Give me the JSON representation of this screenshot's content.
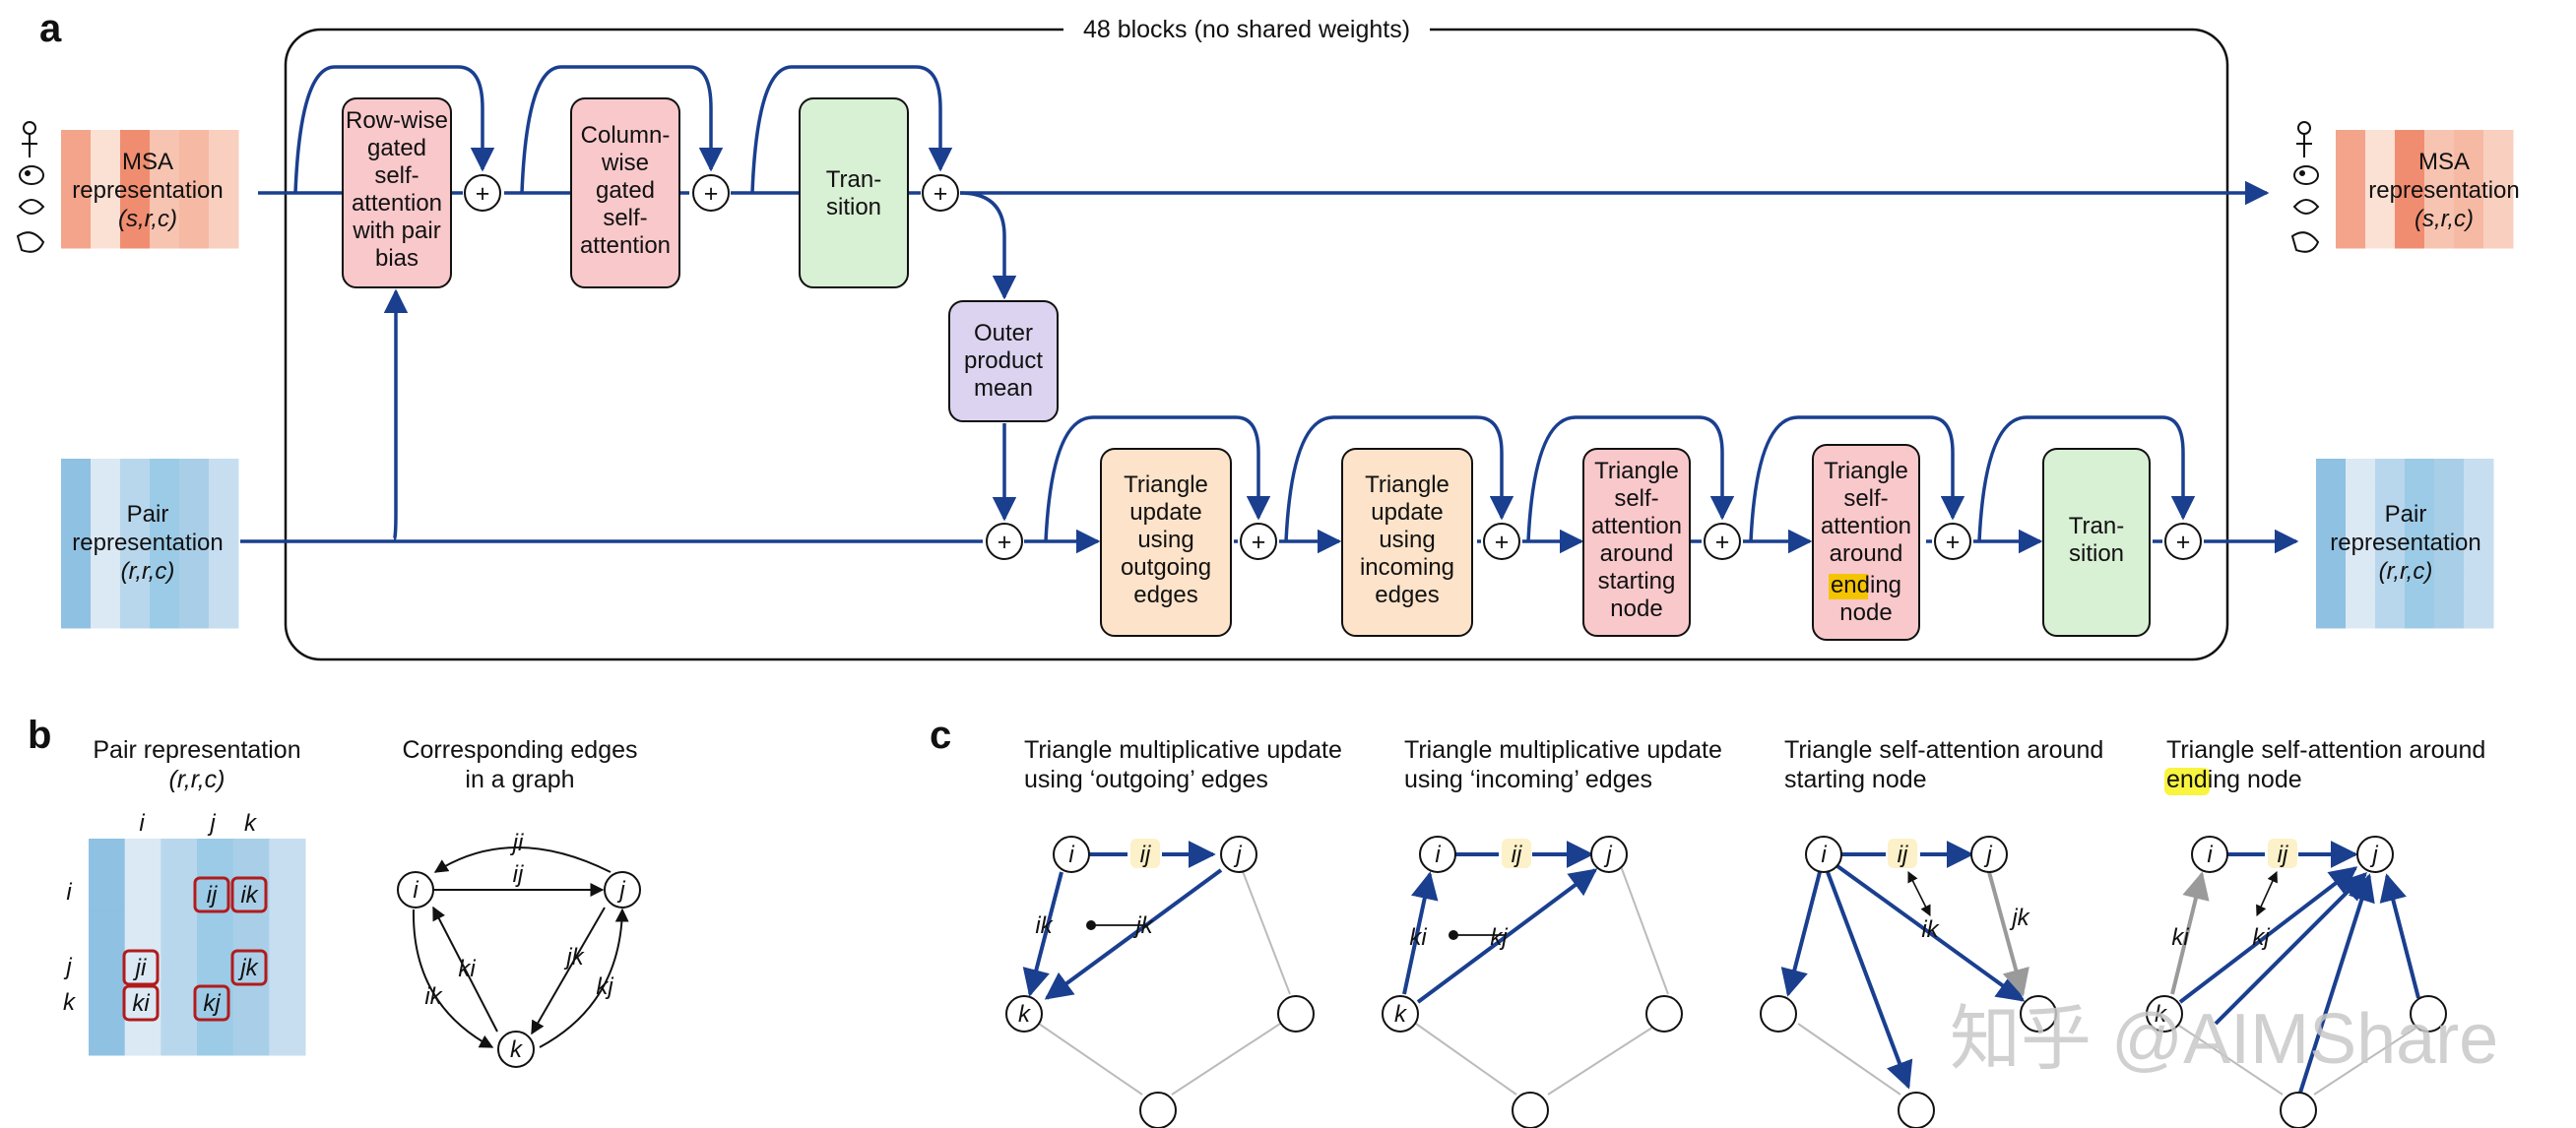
{
  "panels": {
    "a": "a",
    "b": "b",
    "c": "c"
  },
  "a": {
    "blocks_label": "48 blocks (no shared weights)",
    "msa_in": {
      "lines": [
        "MSA",
        "representation"
      ],
      "dims": "(s,r,c)"
    },
    "msa_out": {
      "lines": [
        "MSA",
        "representation"
      ],
      "dims": "(s,r,c)"
    },
    "pair_in": {
      "lines": [
        "Pair",
        "representation"
      ],
      "dims": "(r,r,c)"
    },
    "pair_out": {
      "lines": [
        "Pair",
        "representation"
      ],
      "dims": "(r,r,c)"
    },
    "msa_blocks": [
      {
        "lines": [
          "Row-wise",
          "gated",
          "self-",
          "attention",
          "with pair",
          "bias"
        ],
        "color": "#f9c8cb"
      },
      {
        "lines": [
          "Column-",
          "wise",
          "gated",
          "self-",
          "attention"
        ],
        "color": "#f9c8cb"
      },
      {
        "lines": [
          "Tran-",
          "sition"
        ],
        "color": "#d8f0d4"
      }
    ],
    "outer_product": {
      "lines": [
        "Outer",
        "product",
        "mean"
      ],
      "color": "#dcd3f0"
    },
    "pair_blocks": [
      {
        "lines": [
          "Triangle",
          "update",
          "using",
          "outgoing",
          "edges"
        ],
        "color": "#fde3c9"
      },
      {
        "lines": [
          "Triangle",
          "update",
          "using",
          "incoming",
          "edges"
        ],
        "color": "#fde3c9"
      },
      {
        "lines": [
          "Triangle",
          "self-",
          "attention",
          "around",
          "starting",
          "node"
        ],
        "color": "#f9c8cb"
      },
      {
        "lines": [
          "Triangle",
          "self-",
          "attention",
          "around",
          "ending",
          "node"
        ],
        "color": "#f9c8cb"
      },
      {
        "lines": [
          "Tran-",
          "sition"
        ],
        "color": "#d8f0d4"
      }
    ],
    "plus": "+"
  },
  "b": {
    "pair_title": "Pair representation",
    "pair_dims": "(r,r,c)",
    "graph_title_1": "Corresponding edges",
    "graph_title_2": "in a graph",
    "col_labels": [
      "i",
      "j",
      "k"
    ],
    "row_labels": [
      "i",
      "j",
      "k"
    ],
    "cells": [
      "ij",
      "ik",
      "ji",
      "jk",
      "ki",
      "kj"
    ],
    "nodes": [
      "i",
      "j",
      "k"
    ],
    "edges": [
      "ji",
      "ij",
      "ki",
      "ik",
      "jk",
      "kj"
    ]
  },
  "c": {
    "titles": [
      [
        "Triangle multiplicative update",
        "using ‘outgoing’ edges"
      ],
      [
        "Triangle multiplicative update",
        "using ‘incoming’ edges"
      ],
      [
        "Triangle self-attention around",
        "starting node"
      ],
      [
        "Triangle self-attention around",
        "ending node"
      ]
    ],
    "g1": {
      "nodes": [
        "i",
        "j",
        "k"
      ],
      "mid": "ij",
      "e1": "ik",
      "e2": "jk"
    },
    "g2": {
      "nodes": [
        "i",
        "j",
        "k"
      ],
      "mid": "ij",
      "e1": "ki",
      "e2": "kj"
    },
    "g3": {
      "nodes": [
        "i",
        "j"
      ],
      "mid": "ij",
      "e1": "ik",
      "e2": "jk"
    },
    "g4": {
      "nodes": [
        "i",
        "j",
        "k"
      ],
      "mid": "ij",
      "e1": "ki",
      "e2": "kj"
    }
  },
  "watermark": "知乎 @AIMShare",
  "colors": {
    "arrow": "#1a3f8f",
    "grey": "#bbbbbb",
    "highlight": "#f5c400",
    "cell_border": "#b11b1b"
  }
}
